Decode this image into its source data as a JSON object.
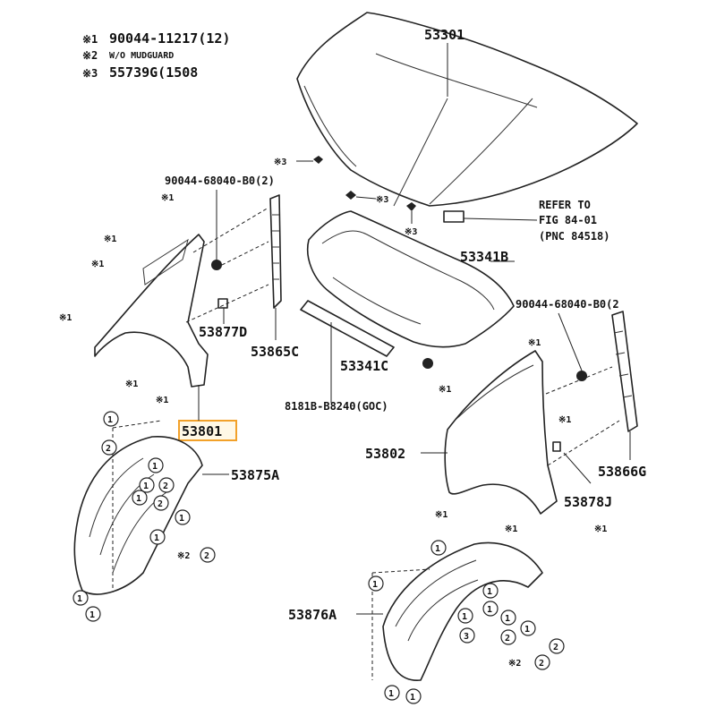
{
  "legend": [
    {
      "mark": "※1",
      "text": "90044-11217(12)"
    },
    {
      "mark": "※2",
      "text": "W/O MUDGUARD"
    },
    {
      "mark": "※3",
      "text": "55739G(1508"
    }
  ],
  "parts": {
    "hood": "53301",
    "bolt_upper": "90044-68040-B0(2)",
    "bolt_right": "90044-68040-B0(2",
    "hood_seal": "53341B",
    "hood_weatherstrip": "53341C",
    "fender_seal_left": "53865C",
    "fender_seal_right": "53866G",
    "bracket_left": "53877D",
    "bracket_right": "53878J",
    "fender_left": "53801",
    "fender_right": "53802",
    "liner_left": "53875A",
    "liner_right": "53876A",
    "tape": "8181B-B8240(GOC)"
  },
  "refer": {
    "line1": "REFER TO",
    "line2": "FIG 84-01",
    "line3": "(PNC 84518)"
  },
  "marks": {
    "m1": "※1",
    "m2": "※2",
    "m3": "※3"
  },
  "callouts": {
    "one": "1",
    "two": "2",
    "three": "3"
  },
  "highlight_color": "#f2a12a"
}
